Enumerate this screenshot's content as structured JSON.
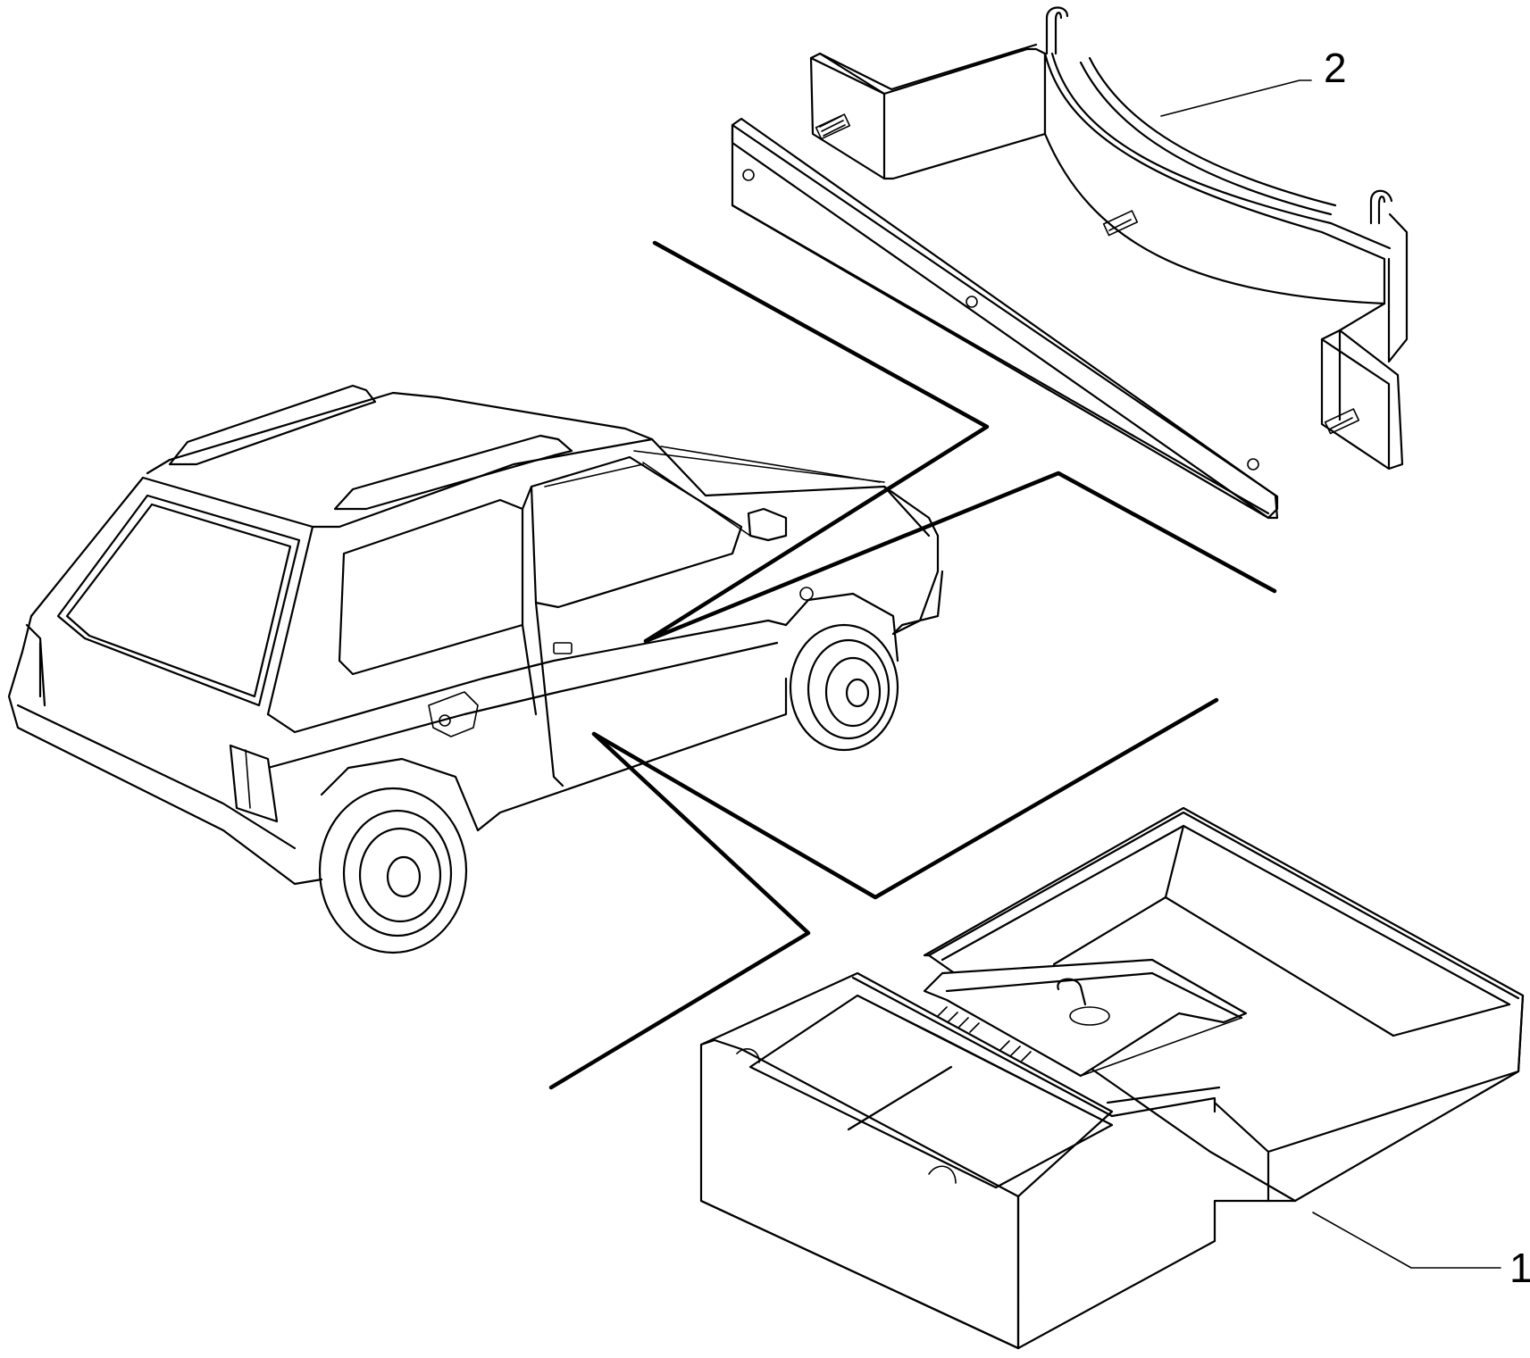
{
  "callouts": [
    {
      "id": "1",
      "text": "1"
    },
    {
      "id": "2",
      "text": "2"
    }
  ]
}
